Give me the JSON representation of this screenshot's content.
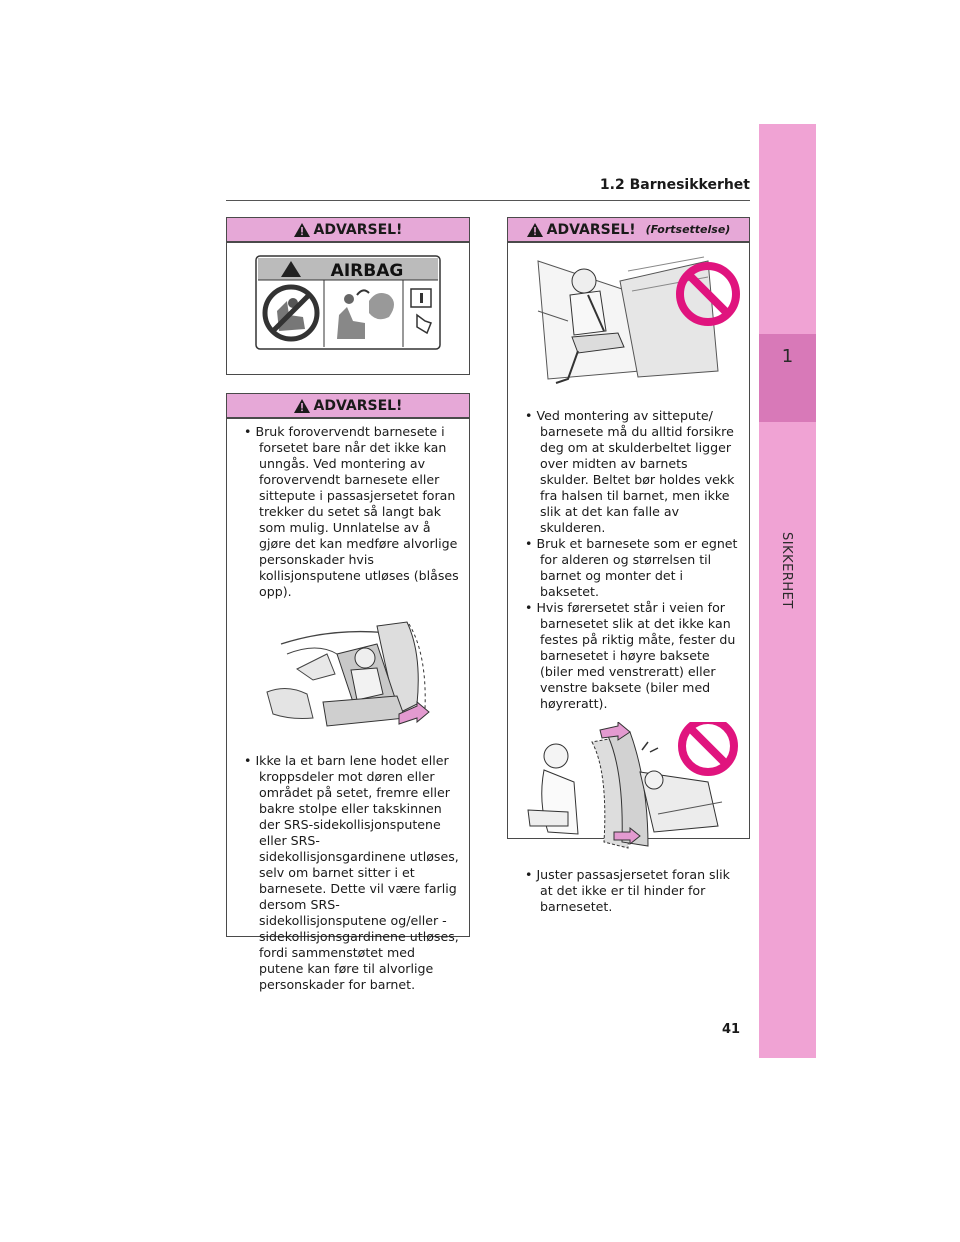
{
  "header": {
    "section_title": "1.2 Barnesikkerhet"
  },
  "side_tab": {
    "chapter_number": "1",
    "chapter_label": "SIKKERHET"
  },
  "page_number": "41",
  "warning_title": "ADVARSEL!",
  "continued_label": "(Fortsettelse)",
  "airbag_label": {
    "text": "AIRBAG"
  },
  "left_warning": {
    "bullets": [
      "Bruk forovervendt barnesete i forsetet bare når det ikke kan unngås. Ved montering av forovervendt barnesete eller sittepute i passasjersetet foran trekker du setet så langt bak som mulig. Unnlatelse av å gjøre det kan medføre alvorlige personskader hvis kollisjonsputene utløses (blåses opp).",
      "Ikke la et barn lene hodet eller kroppsdeler mot døren eller området på setet, fremre eller bakre stolpe eller takskinnen der SRS-sidekollisjonsputene eller SRS-sidekollisjonsgardinene utløses, selv om barnet sitter i et barnesete. Dette vil være farlig dersom SRS-sidekollisjonsputene og/eller -sidekollisjonsgardinene utløses, fordi sammenstøtet med putene kan føre til alvorlige personskader for barnet."
    ]
  },
  "right_warning": {
    "bullets_top": [
      "Ved montering av sittepute/ barnesete må du alltid forsikre deg om at skulderbeltet ligger over midten av barnets skulder. Beltet bør holdes vekk fra halsen til barnet, men ikke slik at det kan falle av skulderen.",
      "Bruk et barnesete som er egnet for alderen og størrelsen til barnet og monter det i baksetet.",
      "Hvis førersetet står i veien for barnesetet slik at det ikke kan festes på riktig måte, fester du barnesetet i høyre baksete (biler med venstreratt) eller venstre baksete (biler med høyreratt)."
    ],
    "bullets_bottom": [
      "Juster passasjersetet foran slik at det ikke er til hinder for barnesetet."
    ]
  },
  "colors": {
    "accent_pink": "#e6a8d7",
    "tab_pink": "#f0a3d4",
    "prohibit_magenta": "#e0147e"
  }
}
